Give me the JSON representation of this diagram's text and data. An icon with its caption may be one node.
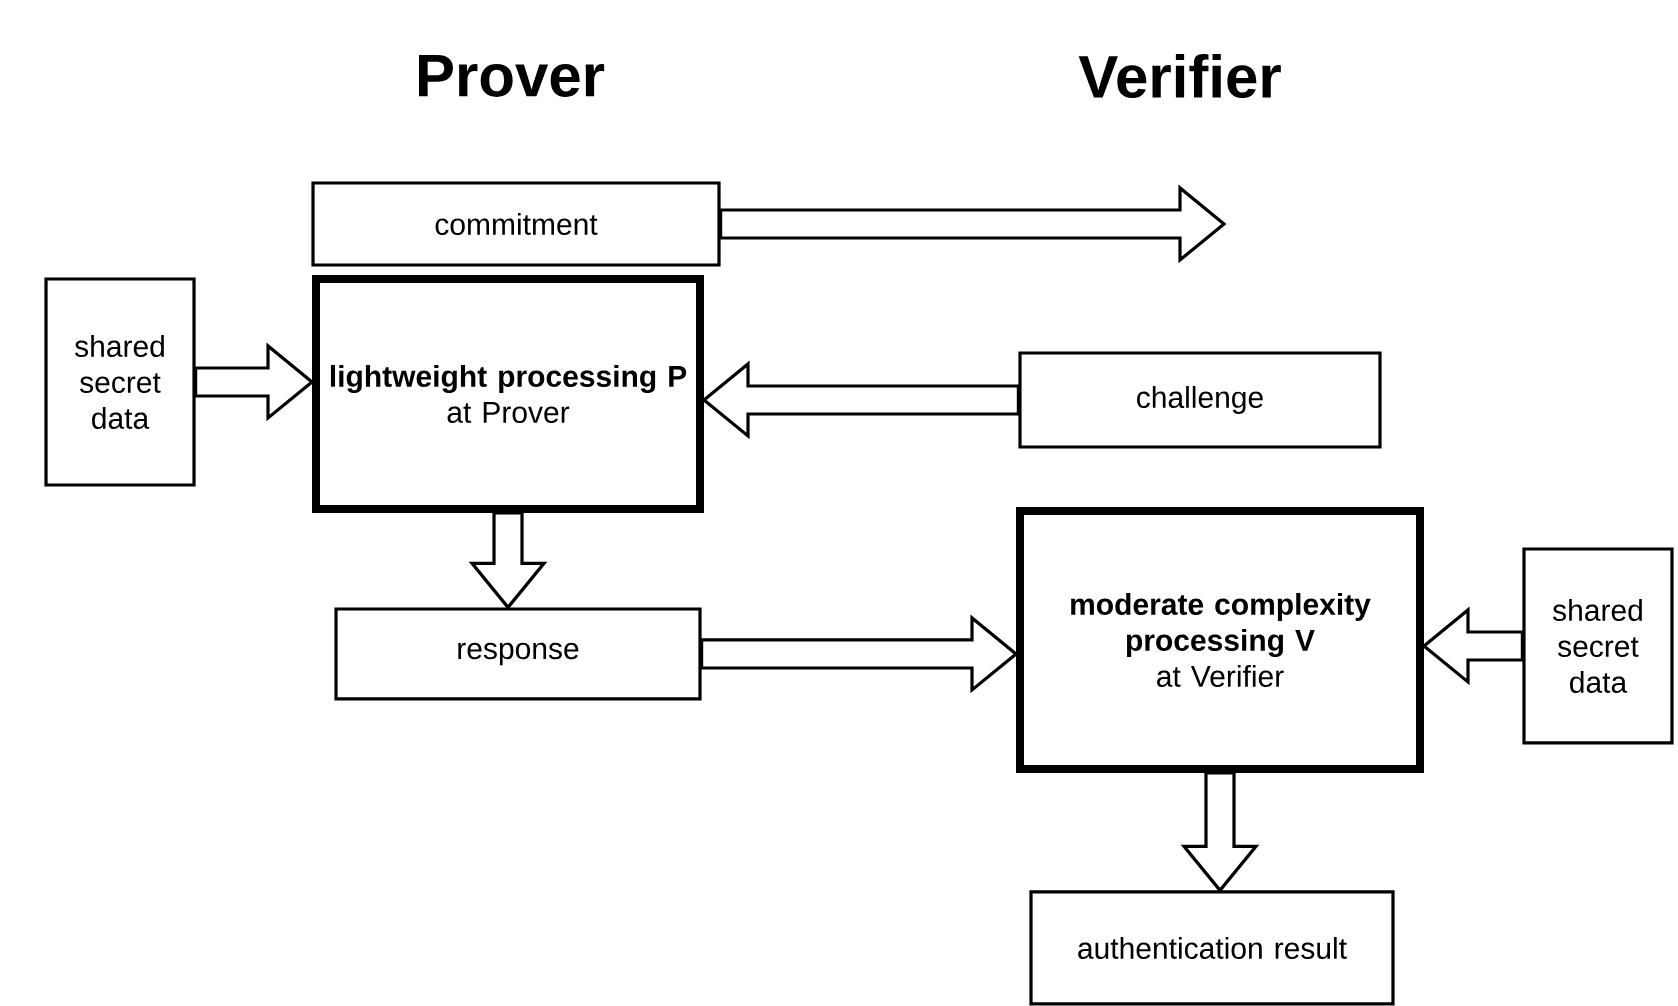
{
  "diagram": {
    "nodes": [
      {
        "text": [
          "commitment"
        ]
      },
      {
        "text": [
          "lightweight processing P",
          "at Prover"
        ]
      },
      {
        "text": [
          "shared secret data"
        ]
      },
      {
        "text": [
          "challenge"
        ]
      },
      {
        "text": [
          "response"
        ]
      },
      {
        "text": [
          "moderate complexity processing V",
          "at Verifier"
        ]
      },
      {
        "text": [
          "shared secret data"
        ]
      },
      {
        "text": [
          "authentication result"
        ]
      }
    ],
    "edges": [
      {
        "from": 0,
        "to": null,
        "arrow": "to"
      },
      {
        "from": 2,
        "to": 1,
        "arrow": "to"
      },
      {
        "from": 3,
        "to": 1,
        "arrow": "to"
      },
      {
        "from": 1,
        "to": 4,
        "arrow": "to"
      },
      {
        "from": 4,
        "to": 5,
        "arrow": "to"
      },
      {
        "from": 6,
        "to": 5,
        "arrow": "to"
      },
      {
        "from": 5,
        "to": 7,
        "arrow": "to"
      }
    ],
    "labels": [
      "Prover",
      "Verifier"
    ]
  }
}
